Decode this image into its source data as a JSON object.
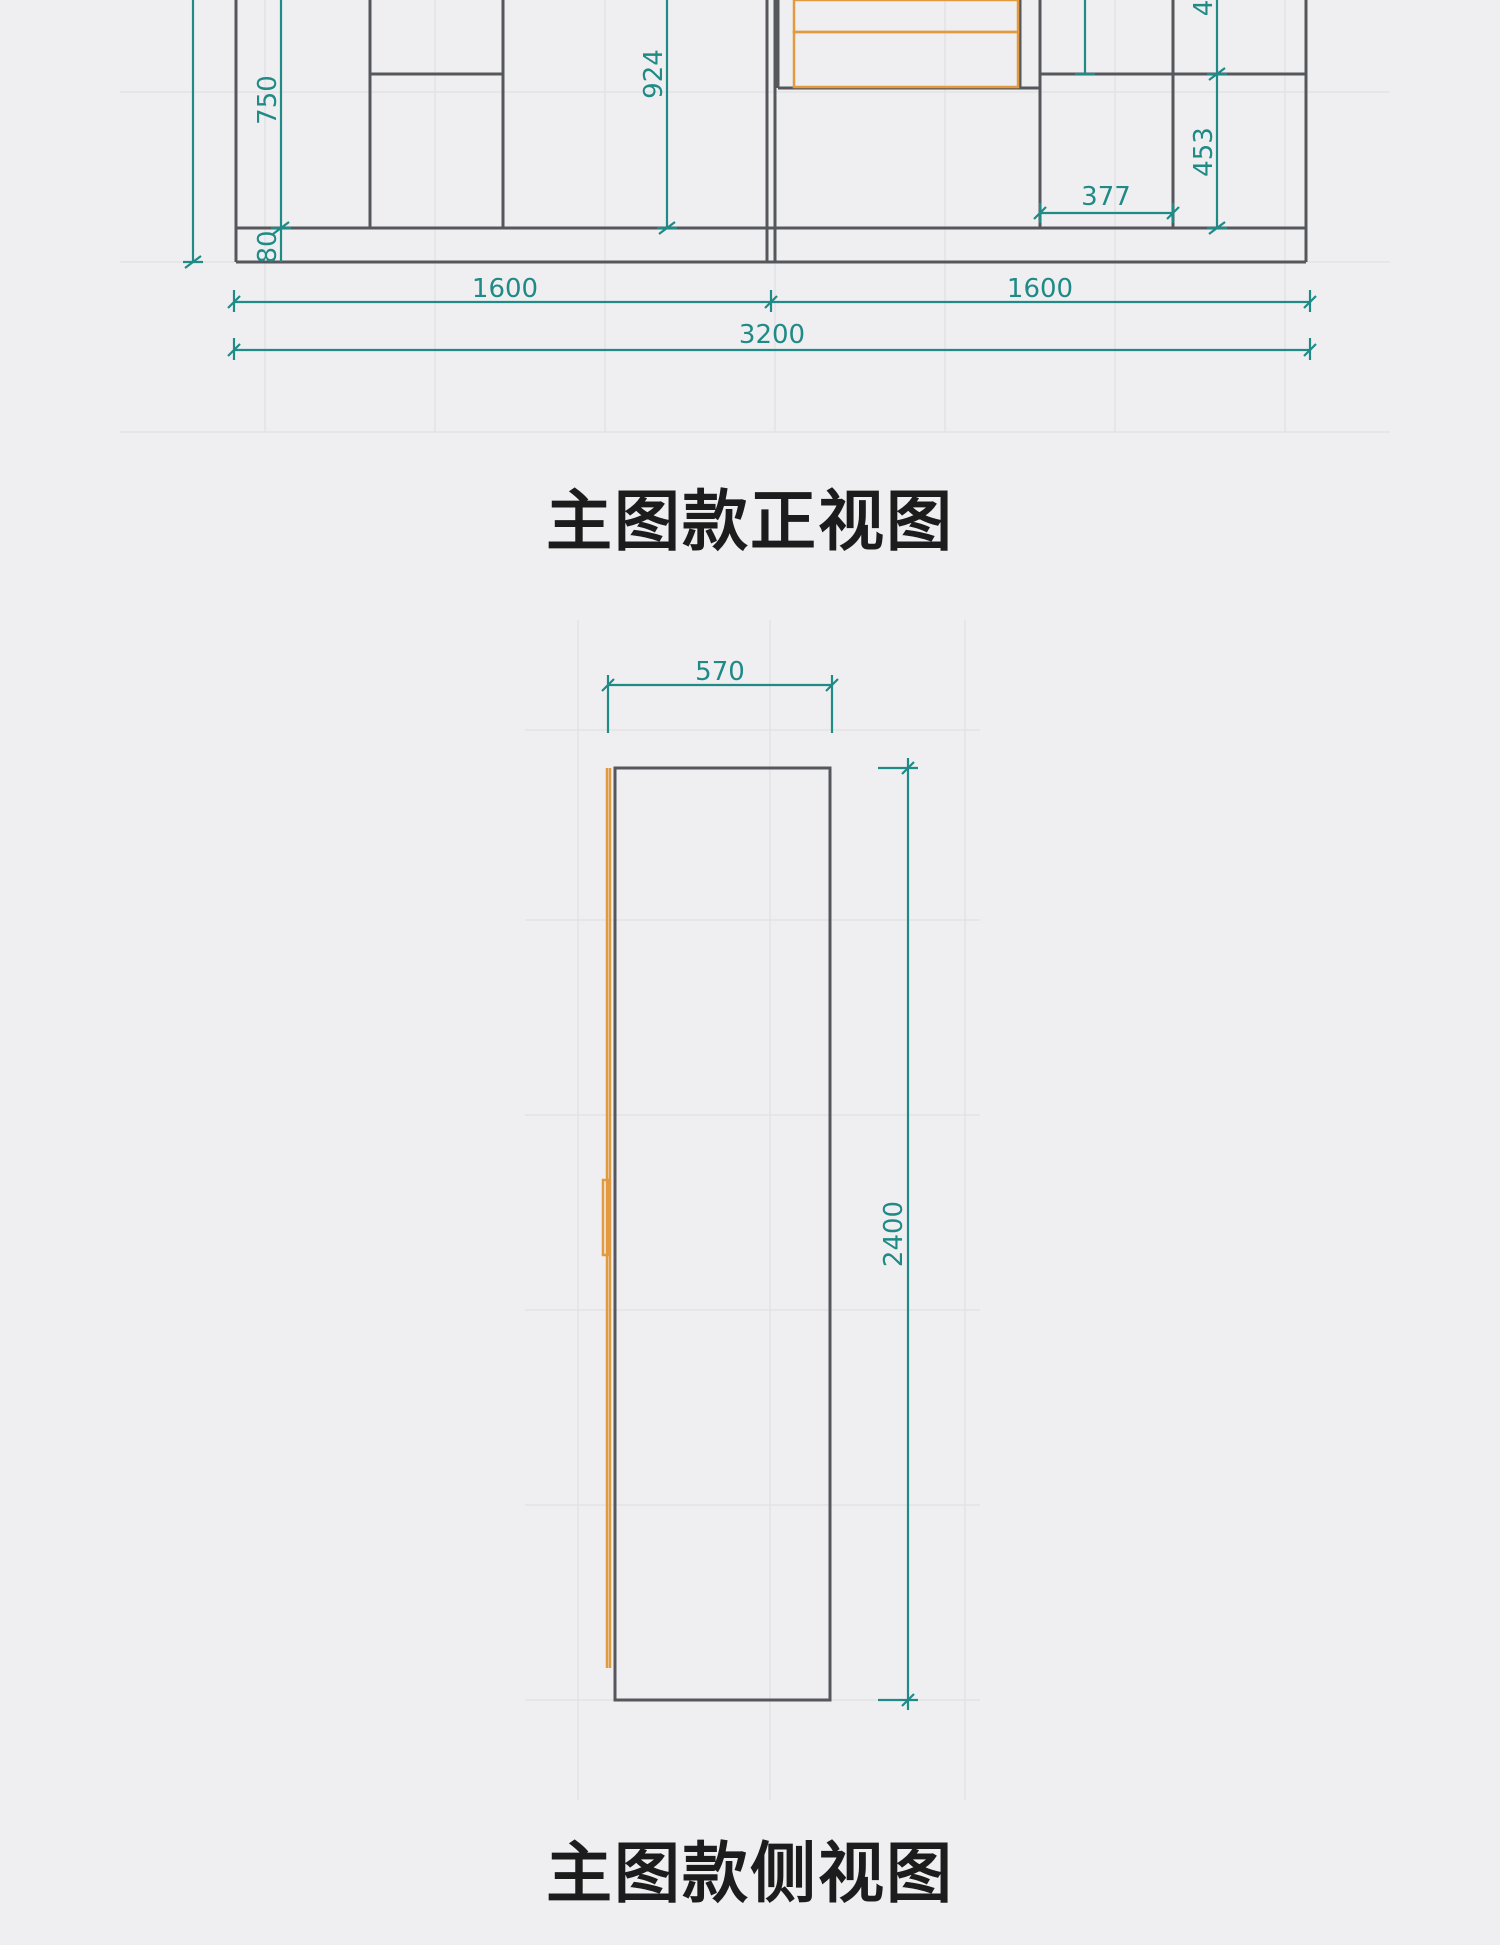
{
  "front_view": {
    "caption": "主图款正视图",
    "dimensions": {
      "total_width": "3200",
      "left_width": "1600",
      "right_width": "1600",
      "height_750": "750",
      "plinth_80": "80",
      "height_924": "924",
      "width_377": "377",
      "height_453": "453",
      "height_partial": "4"
    }
  },
  "side_view": {
    "caption": "主图款侧视图",
    "dimensions": {
      "depth": "570",
      "height": "2400"
    }
  },
  "colors": {
    "dimension": "#1f8a86",
    "frame": "#55575c",
    "door": "#e39a3e",
    "background": "#efeff1"
  }
}
